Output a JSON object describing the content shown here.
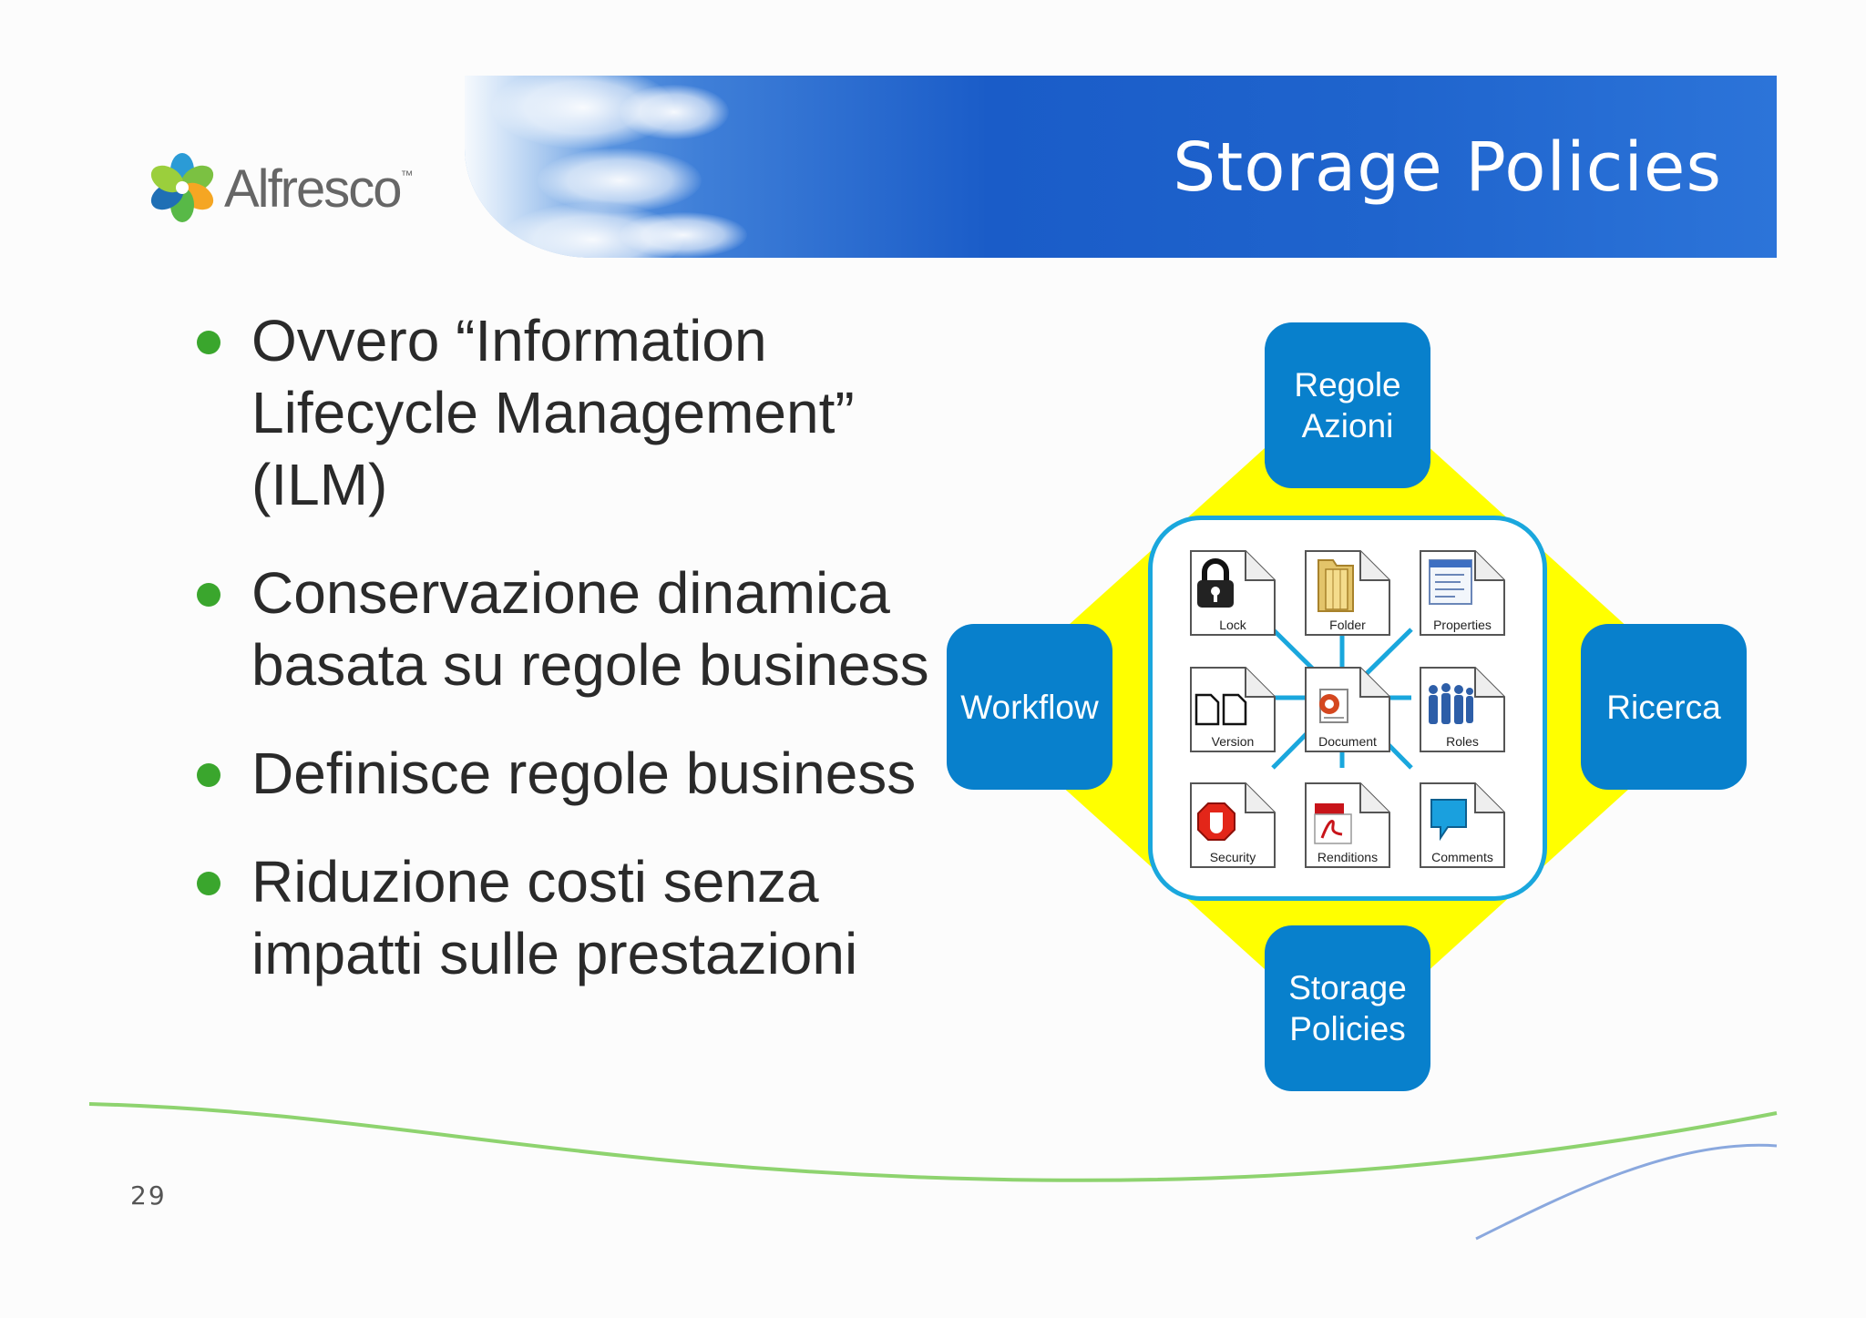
{
  "header": {
    "title": "Storage Policies"
  },
  "logo": {
    "name": "Alfresco",
    "trademark": "™"
  },
  "bullets": [
    {
      "text": "Ovvero “Information Lifecycle Management” (ILM)"
    },
    {
      "text": "Conservazione dinamica basata su regole business"
    },
    {
      "text": "Definisce regole business"
    },
    {
      "text": "Riduzione costi senza impatti sulle prestazioni"
    }
  ],
  "diagram": {
    "top_box": "Regole Azioni",
    "left_box": "Workflow",
    "right_box": "Ricerca",
    "bottom_box": "Storage Policies",
    "documents": [
      {
        "label": "Lock",
        "icon": "lock-icon"
      },
      {
        "label": "Folder",
        "icon": "folder-icon"
      },
      {
        "label": "Properties",
        "icon": "properties-icon"
      },
      {
        "label": "Version",
        "icon": "version-icon"
      },
      {
        "label": "Document",
        "icon": "document-icon"
      },
      {
        "label": "Roles",
        "icon": "roles-icon"
      },
      {
        "label": "Security",
        "icon": "security-icon"
      },
      {
        "label": "Renditions",
        "icon": "pdf-icon"
      },
      {
        "label": "Comments",
        "icon": "comments-icon"
      }
    ],
    "colors": {
      "box": "#0880cc",
      "diamond": "#ffff00",
      "connector": "#1aa7dd",
      "bullet": "#3aa62d"
    }
  },
  "footer": {
    "page_number": "29"
  }
}
